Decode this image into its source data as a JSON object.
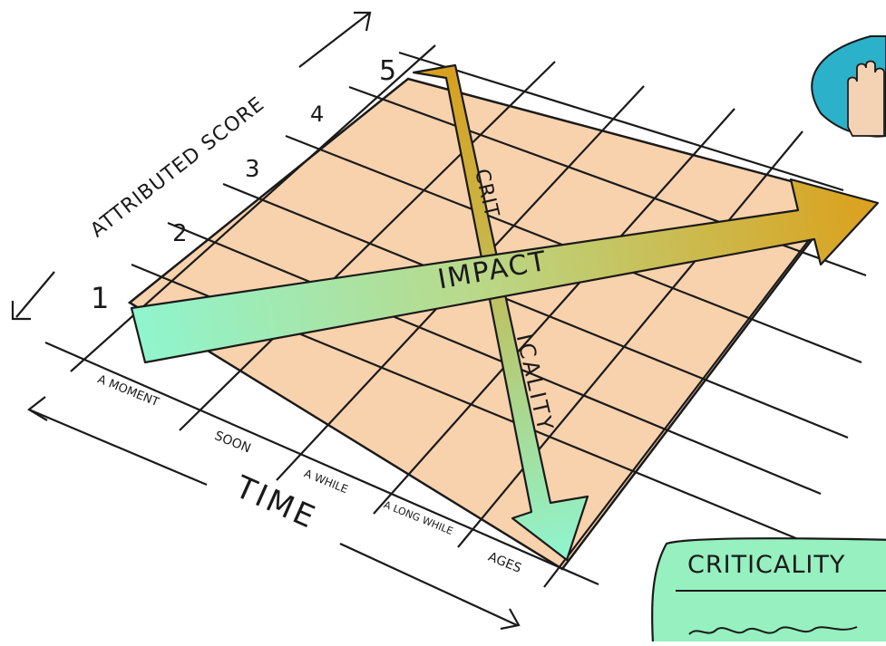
{
  "diagram": {
    "y_axis_label": "ATTRIBUTED SCORE",
    "x_axis_label": "TIME",
    "score_levels": [
      "1",
      "2",
      "3",
      "4",
      "5"
    ],
    "time_levels": [
      "A MOMENT",
      "SOON",
      "A WHILE",
      "A LONG WHILE",
      "AGES"
    ],
    "impact_label": "IMPACT",
    "criticality_label_top": "CRIT",
    "criticality_label_bottom": "ICALITY",
    "callout_title": "CRITICALITY",
    "colors": {
      "grid_fill": "#f8d2ad",
      "arrow_start": "#8ff5cf",
      "arrow_end": "#d9a322",
      "callout_fill": "#96f0c0",
      "speech_bubble": "#2bb1c9"
    }
  }
}
